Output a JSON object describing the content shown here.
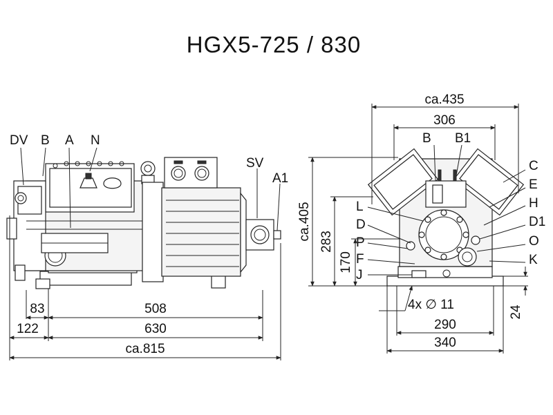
{
  "title": "HGX5-725 / 830",
  "side_view": {
    "labels": {
      "dv": "DV",
      "b": "B",
      "a": "A",
      "n": "N",
      "sv": "SV",
      "a1": "A1"
    },
    "dims": {
      "d83": "83",
      "d508": "508",
      "d122": "122",
      "d630": "630",
      "d815": "ca.815"
    }
  },
  "end_view": {
    "labels": {
      "b": "B",
      "b1": "B1",
      "c": "C",
      "e": "E",
      "h": "H",
      "d1": "D1",
      "o": "O",
      "k": "K",
      "l": "L",
      "d": "D",
      "p": "P",
      "f": "F",
      "j": "J"
    },
    "dims": {
      "d435": "ca.435",
      "d306": "306",
      "d405": "ca.405",
      "d283": "283",
      "d170": "170",
      "holes": "4x ∅ 11",
      "d290": "290",
      "d340": "340",
      "d24": "24"
    }
  }
}
